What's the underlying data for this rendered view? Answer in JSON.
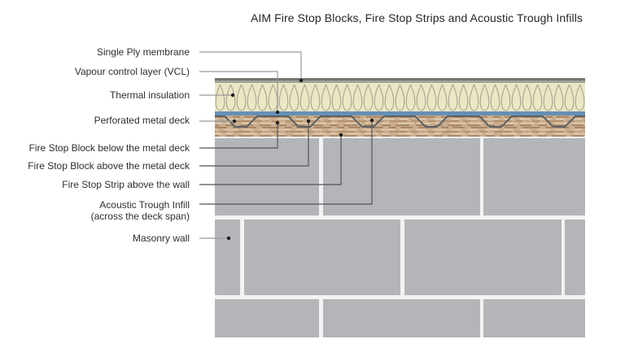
{
  "title": "AIM Fire Stop Blocks, Fire Stop Strips and Acoustic Trough Infills",
  "labels": [
    {
      "id": "single-ply-membrane",
      "text": "Single Ply membrane"
    },
    {
      "id": "vapour-control-layer",
      "text": "Vapour control layer (VCL)"
    },
    {
      "id": "thermal-insulation",
      "text": "Thermal insulation"
    },
    {
      "id": "perforated-metal-deck",
      "text": "Perforated metal deck"
    },
    {
      "id": "fire-stop-block-below",
      "text": "Fire Stop Block below the metal deck"
    },
    {
      "id": "fire-stop-block-above",
      "text": "Fire Stop Block above the metal deck"
    },
    {
      "id": "fire-stop-strip-wall",
      "text": "Fire Stop Strip above the wall"
    },
    {
      "id": "acoustic-trough-infill",
      "line1": "Acoustic Trough Infill",
      "line2": "(across the deck span)"
    },
    {
      "id": "masonry-wall",
      "text": "Masonry wall"
    }
  ],
  "colors": {
    "background": "#ffffff",
    "text": "#2e2e2e",
    "membrane_top": "#75776f",
    "membrane": "#a1a399",
    "insulation_bg": "#ebe7c5",
    "insulation_line": "#a7a591",
    "vcl": "#6690b6",
    "deck_line": "#5c6064",
    "fire_base": "#c9ad8e",
    "fire_dark": "#9a7756",
    "fire_mid": "#b08a62",
    "fire_light": "#e3d3b8",
    "block": "#b3b5b8",
    "mortar": "#f2f4f3",
    "leader_light": "#9a9a9a",
    "leader_dark": "#54555a",
    "dot": "#1c1c1c"
  }
}
